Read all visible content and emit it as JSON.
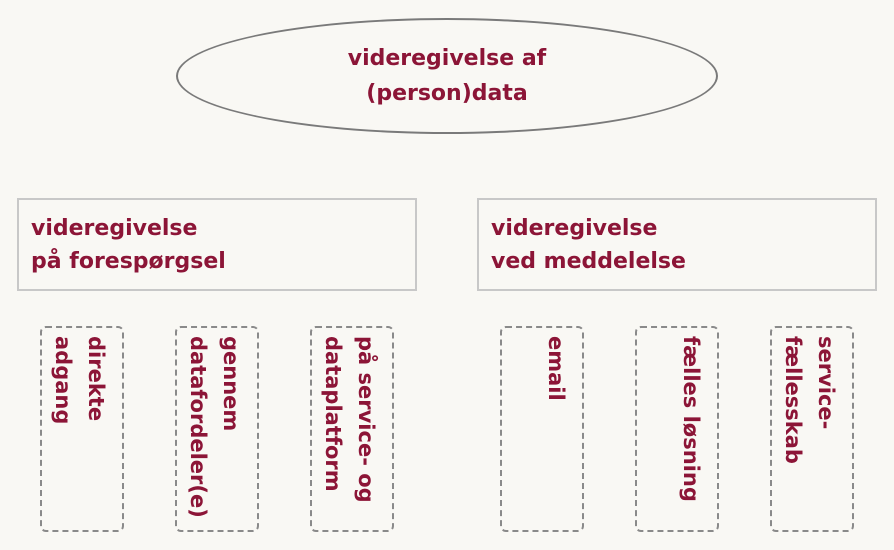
{
  "root": {
    "line1": "videregivelse af",
    "line2": "(person)data"
  },
  "categories": [
    {
      "line1": "videregivelse",
      "line2": "på forespørgsel",
      "methods": [
        {
          "line1": "direkte",
          "line2": "adgang"
        },
        {
          "line1": "gennem",
          "line2": "datafordeler(e)"
        },
        {
          "line1": "på service- og",
          "line2": "dataplatform"
        }
      ]
    },
    {
      "line1": "videregivelse",
      "line2": "ved meddelelse",
      "methods": [
        {
          "line1": "email",
          "line2": ""
        },
        {
          "line1": "fælles løsning",
          "line2": ""
        },
        {
          "line1": "service-",
          "line2": "fællesskab"
        }
      ]
    }
  ],
  "colors": {
    "text": "#8c1537",
    "background": "#f9f8f4",
    "ellipse_border": "#7a7a7a",
    "box_border": "#c8c8c8",
    "dashed_border": "#8a8a8a"
  }
}
